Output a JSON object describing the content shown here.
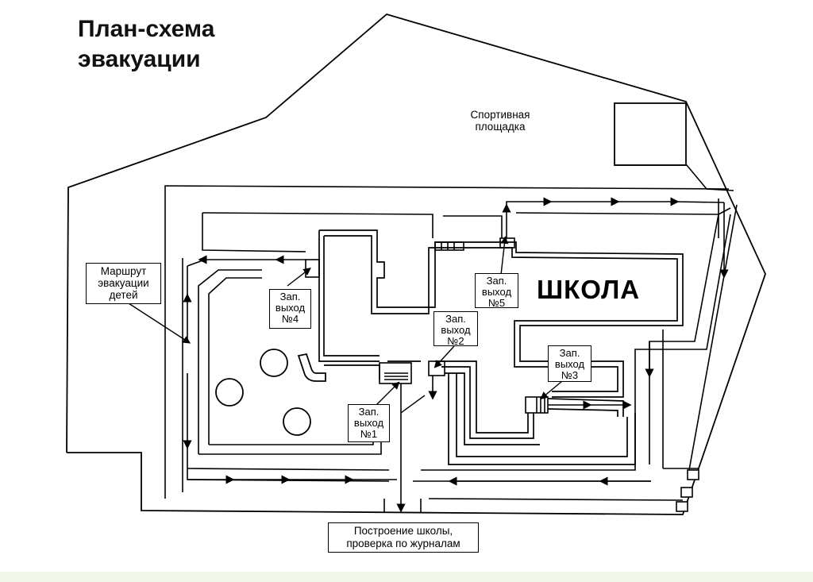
{
  "title": {
    "line1": "План-схема",
    "line2": "эвакуации"
  },
  "labels": {
    "sports_ground_line1": "Спортивная",
    "sports_ground_line2": "площадка",
    "school": "ШКОЛА",
    "route_line1": "Маршрут",
    "route_line2": "эвакуации",
    "route_line3": "детей",
    "assembly_line1": "Построение школы,",
    "assembly_line2": "проверка по журналам"
  },
  "exits": [
    {
      "line1": "Зап.",
      "line2": "выход",
      "line3": "№1"
    },
    {
      "line1": "Зап.",
      "line2": "выход",
      "line3": "№2"
    },
    {
      "line1": "Зап.",
      "line2": "выход",
      "line3": "№3"
    },
    {
      "line1": "Зап.",
      "line2": "выход",
      "line3": "№4"
    },
    {
      "line1": "Зап.",
      "line2": "выход",
      "line3": "№5"
    }
  ]
}
